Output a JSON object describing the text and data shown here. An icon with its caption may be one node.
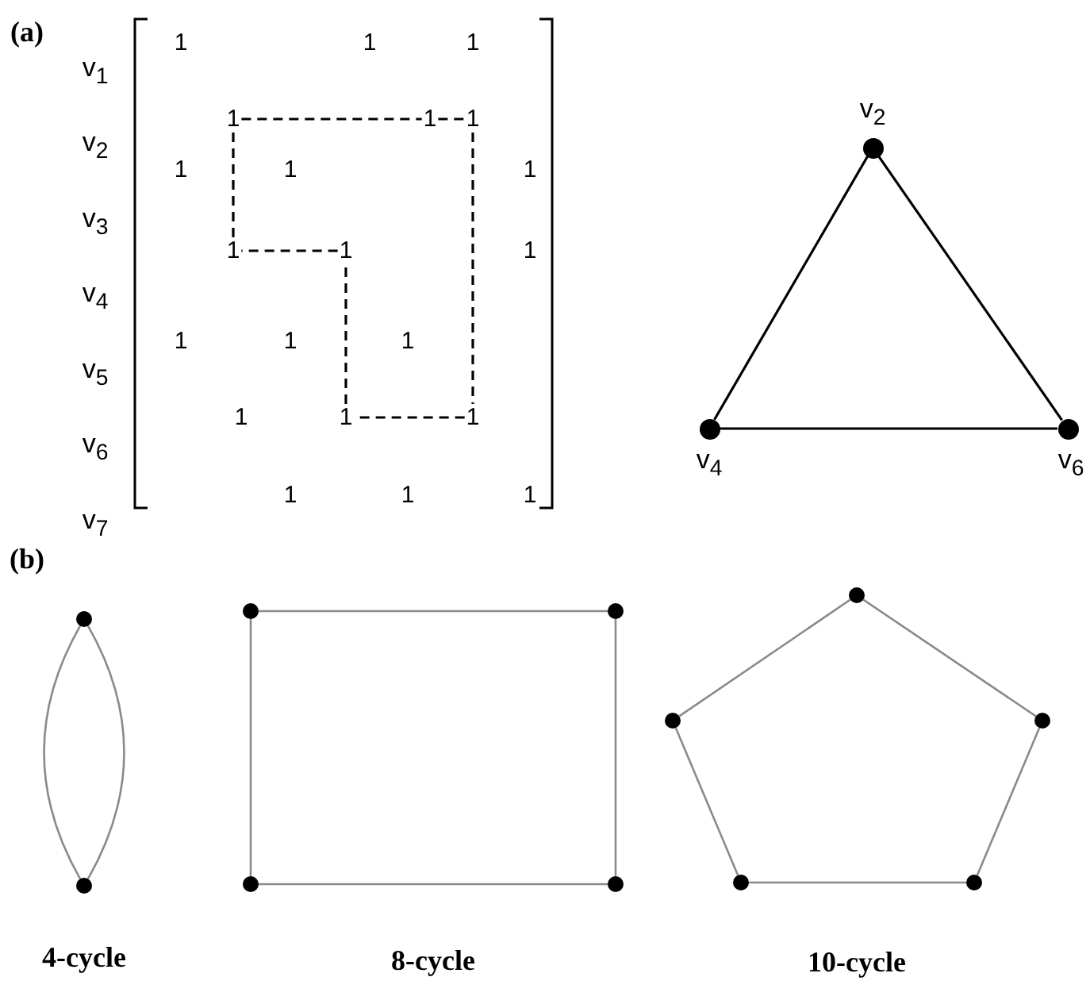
{
  "diagram": {
    "nodes": [
      {
        "text": [
          "1"
        ]
      },
      {
        "text": [
          "1"
        ]
      },
      {
        "text": [
          "1"
        ]
      },
      {
        "text": [
          "1"
        ]
      },
      {
        "text": [
          "1"
        ]
      },
      {
        "text": [
          "1"
        ]
      },
      {
        "text": [
          "1"
        ]
      },
      {
        "text": [],
        "shape": "circle",
        "beside": [
          "v$_{2}$"
        ]
      },
      {
        "text": [],
        "shape": "circle",
        "beside": [
          "v$_{4}$"
        ]
      },
      {
        "text": [],
        "shape": "circle",
        "beside": [
          "v$_{6}$"
        ]
      },
      {
        "text": [],
        "shape": "circle"
      },
      {
        "text": [],
        "shape": "circle"
      },
      {
        "text": [],
        "shape": "circle"
      },
      {
        "text": [],
        "shape": "circle"
      },
      {
        "text": [],
        "shape": "circle"
      },
      {
        "text": [],
        "shape": "circle"
      },
      {
        "text": [],
        "shape": "circle"
      },
      {
        "text": [],
        "shape": "circle"
      },
      {
        "text": [],
        "shape": "circle"
      },
      {
        "text": [],
        "shape": "circle"
      },
      {
        "text": [],
        "shape": "circle"
      }
    ],
    "edges": [
      {
        "from": 0,
        "to": 1,
        "arrow": "none",
        "style": "dashed",
        "color": "#000000"
      },
      {
        "from": 1,
        "to": 2,
        "arrow": "none",
        "style": "dashed",
        "color": "#000000"
      },
      {
        "from": 2,
        "to": 6,
        "arrow": "none",
        "style": "dashed",
        "color": "#000000"
      },
      {
        "from": 6,
        "to": 5,
        "arrow": "none",
        "style": "dashed",
        "color": "#000000"
      },
      {
        "from": 5,
        "to": 4,
        "arrow": "none",
        "style": "dashed",
        "color": "#000000"
      },
      {
        "from": 4,
        "to": 3,
        "arrow": "none",
        "style": "dashed",
        "color": "#000000"
      },
      {
        "from": 3,
        "to": 0,
        "arrow": "none",
        "style": "dashed",
        "color": "#000000"
      },
      {
        "from": 7,
        "to": 8,
        "arrow": "none",
        "color": "#000000"
      },
      {
        "from": 7,
        "to": 9,
        "arrow": "none",
        "color": "#000000"
      },
      {
        "from": 8,
        "to": 9,
        "arrow": "none",
        "color": "#000000"
      },
      {
        "from": 10,
        "to": 11,
        "arrow": "none"
      },
      {
        "from": 10,
        "to": 11,
        "arrow": "none"
      },
      {
        "from": 12,
        "to": 13,
        "arrow": "none"
      },
      {
        "from": 13,
        "to": 15,
        "arrow": "none"
      },
      {
        "from": 15,
        "to": 14,
        "arrow": "none"
      },
      {
        "from": 14,
        "to": 12,
        "arrow": "none"
      },
      {
        "from": 16,
        "to": 18,
        "arrow": "none"
      },
      {
        "from": 18,
        "to": 20,
        "arrow": "none"
      },
      {
        "from": 20,
        "to": 19,
        "arrow": "none"
      },
      {
        "from": 19,
        "to": 17,
        "arrow": "none"
      },
      {
        "from": 17,
        "to": 16,
        "arrow": "none"
      }
    ],
    "labels": [
      "(a)",
      "v$_{1}$",
      "v$_{2}$",
      "v$_{3}$",
      "v$_{4}$",
      "v$_{5}$",
      "v$_{6}$",
      "v$_{7}$",
      "1",
      "1",
      "1",
      "1",
      "1",
      "1",
      "1",
      "1",
      "1",
      "1",
      "1",
      "1",
      "1",
      "1",
      "(b)",
      "4-cycle",
      "8-cycle",
      "10-cycle"
    ]
  }
}
